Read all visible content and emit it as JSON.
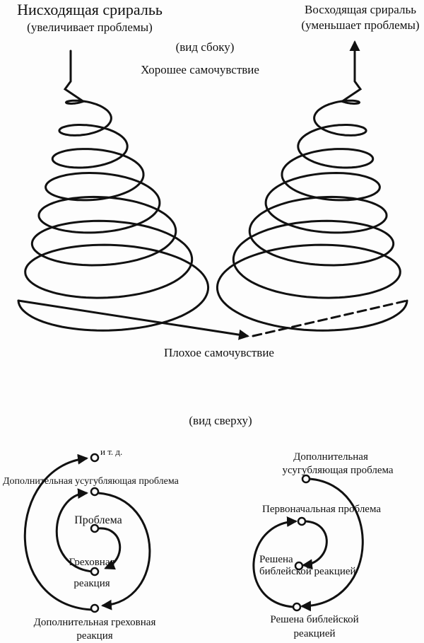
{
  "side_view": {
    "left_title": "Нисходящая сриральь",
    "left_subtitle": "(увеличивает проблемы)",
    "right_title": "Восходящая сриральь",
    "right_subtitle": "(уменьшает проблемы)",
    "view_label": "(вид сбоку)",
    "top_label": "Хорошее самочувствие",
    "bottom_label": "Плохое самочувствие"
  },
  "top_view": {
    "view_label": "(вид сверху)",
    "left_nodes": [
      "и т. д.",
      "Дополнительная усугубляющая проблема",
      "Проблема",
      "Греховная",
      "реакция",
      "Дополнительная греховная",
      "реакция"
    ],
    "right_nodes": [
      "Дополнительная",
      "усугубляющая проблема",
      "Первоначальная проблема",
      "Решена",
      "библейской реакцией",
      "Решена библейской",
      "реакцией"
    ]
  }
}
